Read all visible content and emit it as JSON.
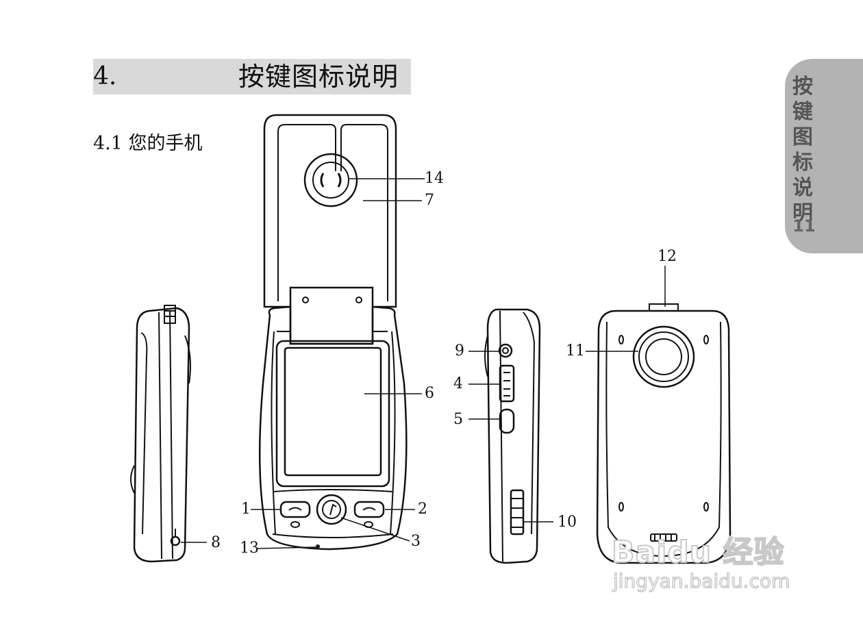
{
  "section": {
    "number": "4.",
    "title": "按键图标说明"
  },
  "subsection": {
    "title": "4.1 您的手机"
  },
  "side_tab": {
    "label": "按键图标说明",
    "page": "11"
  },
  "callouts": {
    "c1": "1",
    "c2": "2",
    "c3": "3",
    "c4": "4",
    "c5": "5",
    "c6": "6",
    "c7": "7",
    "c8": "8",
    "c9": "9",
    "c10": "10",
    "c11": "11",
    "c12": "12",
    "c13": "13",
    "c14": "14"
  },
  "watermark": {
    "brand": "Baidu 经验",
    "url": "jingyan.baidu.com"
  }
}
